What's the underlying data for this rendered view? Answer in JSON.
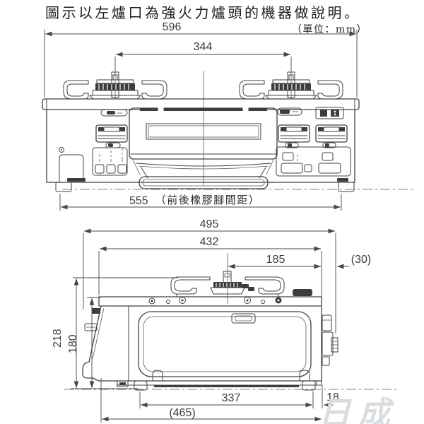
{
  "title": "圖示以左爐口為強火力爐頭的機器做說明。",
  "unit_note": "（單位：mm）",
  "watermark": "日成",
  "colors": {
    "line": "#424242",
    "dark_fill": "#3d3d3d",
    "watermark": "#d9dde0"
  },
  "front_view": {
    "dim_overall_width": "596",
    "dim_burner_spacing": "344",
    "dim_feet_spacing": "555",
    "dim_feet_spacing_note": "（前後橡膠腳間距）"
  },
  "side_view": {
    "dim_overall_depth": "495",
    "dim_top_depth": "432",
    "dim_burner_to_front": "185",
    "dim_front_protrusion": "(30)",
    "dim_overall_height": "218",
    "dim_body_height": "180",
    "dim_feet_spacing": "337",
    "dim_foot_to_front": "18",
    "dim_overall_depth_feet": "(465)"
  }
}
